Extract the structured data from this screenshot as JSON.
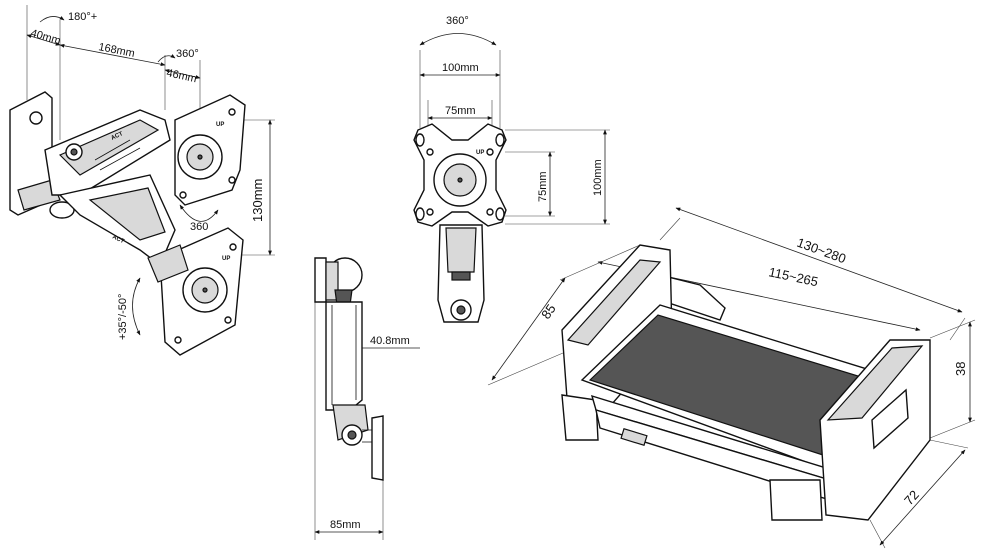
{
  "arm_view": {
    "swivel_wall": "180°+",
    "offset_wall": "40mm",
    "arm_length": "168mm",
    "swivel_head": "360°",
    "head_offset": "46mm",
    "vertical_spacing": "130mm",
    "rotation": "360",
    "tilt": "+35°/-50°",
    "logo_text": "ACT"
  },
  "vesa_plate": {
    "rotation": "360°",
    "outer_width": "100mm",
    "inner_width": "75mm",
    "inner_height": "75mm",
    "outer_height": "100mm",
    "up_label": "UP"
  },
  "side_view": {
    "depth_offset": "40.8mm",
    "base_depth": "85mm"
  },
  "clamp_base": {
    "outer_length": "130~280",
    "inner_length": "115~265",
    "depth": "85",
    "height": "38",
    "width": "72"
  }
}
